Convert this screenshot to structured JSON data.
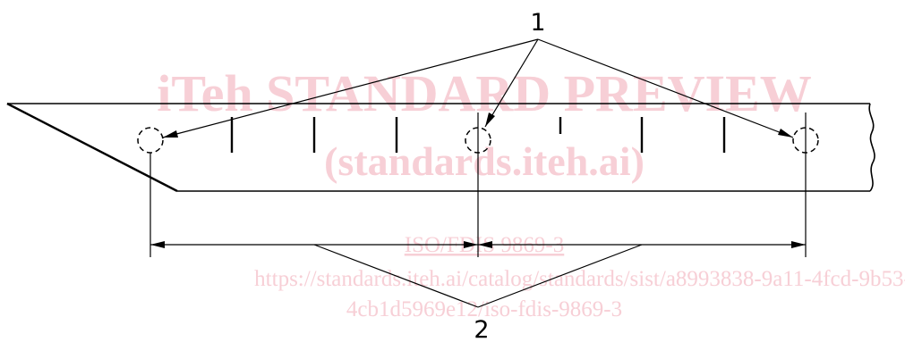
{
  "watermark": {
    "title": "iTeh STANDARD PREVIEW",
    "subtitle": "(standards.iteh.ai)",
    "doc_id": "ISO/FDIS 9869-3",
    "url_line1": "https://standards.iteh.ai/catalog/standards/sist/a8993838-9a11-4fcd-9b53-",
    "url_line2": "4cb1d5969e12/iso-fdis-9869-3"
  },
  "callouts": {
    "label_1": "1",
    "label_2": "2"
  },
  "colors": {
    "watermark": "#f7cfd6",
    "lines": "#000000"
  }
}
